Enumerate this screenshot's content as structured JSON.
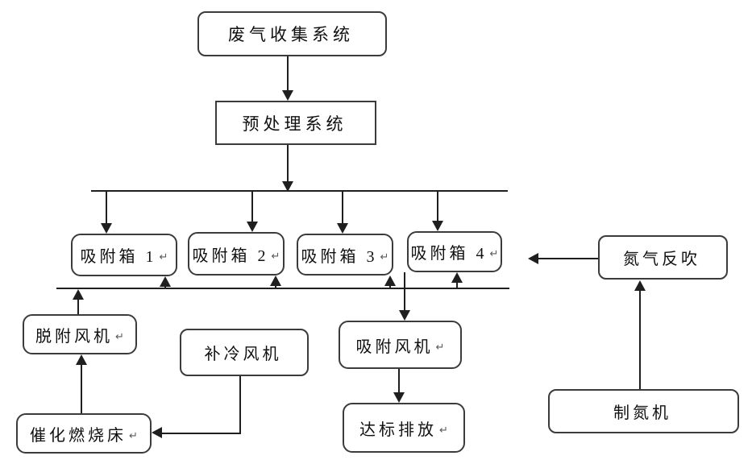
{
  "diagram": {
    "figure_type": "flowchart",
    "colors": {
      "line_color": "#1f1f1f",
      "border_color": "#3b3b3b",
      "text_color": "#101010",
      "return_mark_color": "#5a5a5a",
      "background_color": "#ffffff"
    },
    "nodes": {
      "waste_gas_collection": {
        "label": "废气收集系统",
        "suffix": ""
      },
      "pretreatment": {
        "label": "预处理系统",
        "suffix": ""
      },
      "adsorption_box_1": {
        "label": "吸附箱 1",
        "suffix": "↵"
      },
      "adsorption_box_2": {
        "label": "吸附箱 2",
        "suffix": "↵"
      },
      "adsorption_box_3": {
        "label": "吸附箱 3",
        "suffix": "↵"
      },
      "adsorption_box_4": {
        "label": "吸附箱 4",
        "suffix": "↵"
      },
      "nitrogen_backflush": {
        "label": "氮气反吹",
        "suffix": ""
      },
      "desorption_fan": {
        "label": "脱附风机",
        "suffix": "↵"
      },
      "cooling_fan": {
        "label": "补冷风机",
        "suffix": ""
      },
      "adsorption_fan": {
        "label": "吸附风机",
        "suffix": "↵"
      },
      "catalytic_combustion_bed": {
        "label": "催化燃烧床",
        "suffix": "↵"
      },
      "compliant_discharge": {
        "label": "达标排放",
        "suffix": "↵"
      },
      "nitrogen_generator": {
        "label": "制氮机",
        "suffix": ""
      }
    },
    "edges": [
      {
        "from": "waste_gas_collection",
        "to": "pretreatment"
      },
      {
        "from": "pretreatment",
        "to": "adsorption_box_1"
      },
      {
        "from": "pretreatment",
        "to": "adsorption_box_2"
      },
      {
        "from": "pretreatment",
        "to": "adsorption_box_3"
      },
      {
        "from": "pretreatment",
        "to": "adsorption_box_4"
      },
      {
        "from": "nitrogen_backflush",
        "to": "adsorption_box_4"
      },
      {
        "from": "desorption_fan",
        "to": "adsorption_box_1"
      },
      {
        "from": "desorption_fan",
        "to": "adsorption_box_2"
      },
      {
        "from": "desorption_fan",
        "to": "adsorption_box_3"
      },
      {
        "from": "desorption_fan",
        "to": "adsorption_box_4"
      },
      {
        "from": "catalytic_combustion_bed",
        "to": "desorption_fan"
      },
      {
        "from": "cooling_fan",
        "to": "catalytic_combustion_bed"
      },
      {
        "from": "adsorption_box_4",
        "to": "adsorption_fan"
      },
      {
        "from": "adsorption_fan",
        "to": "compliant_discharge"
      },
      {
        "from": "nitrogen_generator",
        "to": "nitrogen_backflush"
      }
    ]
  }
}
